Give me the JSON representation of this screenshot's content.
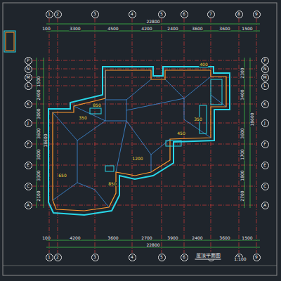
{
  "diagram": {
    "title": "屋顶平面图",
    "nodes": [
      {
        "text": [
          "1"
        ]
      },
      {
        "text": [
          "2"
        ]
      },
      {
        "text": [
          "3"
        ]
      },
      {
        "text": [
          "4"
        ]
      },
      {
        "text": [
          "5"
        ]
      },
      {
        "text": [
          "6"
        ]
      },
      {
        "text": [
          "7"
        ]
      },
      {
        "text": [
          "8"
        ]
      },
      {
        "text": [
          "9"
        ]
      },
      {
        "text": [
          "P"
        ]
      },
      {
        "text": [
          "N"
        ]
      },
      {
        "text": [
          "M"
        ]
      },
      {
        "text": [
          "L"
        ]
      },
      {
        "text": [
          "K"
        ]
      },
      {
        "text": [
          "J"
        ]
      },
      {
        "text": [
          "F"
        ]
      },
      {
        "text": [
          "E"
        ]
      },
      {
        "text": [
          "C"
        ]
      },
      {
        "text": [
          "A"
        ]
      },
      {
        "text": [
          "P"
        ]
      },
      {
        "text": [
          "N"
        ]
      },
      {
        "text": [
          "M"
        ]
      },
      {
        "text": [
          "L"
        ]
      },
      {
        "text": [
          "K"
        ]
      },
      {
        "text": [
          "J"
        ]
      },
      {
        "text": [
          "F"
        ]
      },
      {
        "text": [
          "E"
        ]
      },
      {
        "text": [
          "C"
        ]
      },
      {
        "text": [
          "A"
        ]
      },
      {
        "text": [
          "1"
        ]
      },
      {
        "text": [
          "2"
        ]
      },
      {
        "text": [
          "3"
        ]
      },
      {
        "text": [
          "4"
        ]
      },
      {
        "text": [
          "5"
        ]
      },
      {
        "text": [
          "6"
        ]
      },
      {
        "text": [
          "7"
        ]
      },
      {
        "text": [
          "8"
        ]
      },
      {
        "text": [
          "9"
        ]
      }
    ],
    "edges": [],
    "labels": [
      "100",
      "3300",
      "4500",
      "4200",
      "2400",
      "3600",
      "3600",
      "1500",
      "22800",
      "100",
      "4200",
      "3600",
      "2700",
      "3900",
      "2400",
      "3600",
      "1500",
      "22800",
      "1500",
      "2400",
      "3000",
      "3600",
      "3000",
      "3300",
      "2100",
      "18600",
      "2300",
      "3400",
      "3600",
      "1700",
      "1800",
      "2700",
      "18600",
      "850",
      "350",
      "450",
      "650",
      "400",
      "1200",
      "850",
      "350",
      "1:100"
    ]
  }
}
